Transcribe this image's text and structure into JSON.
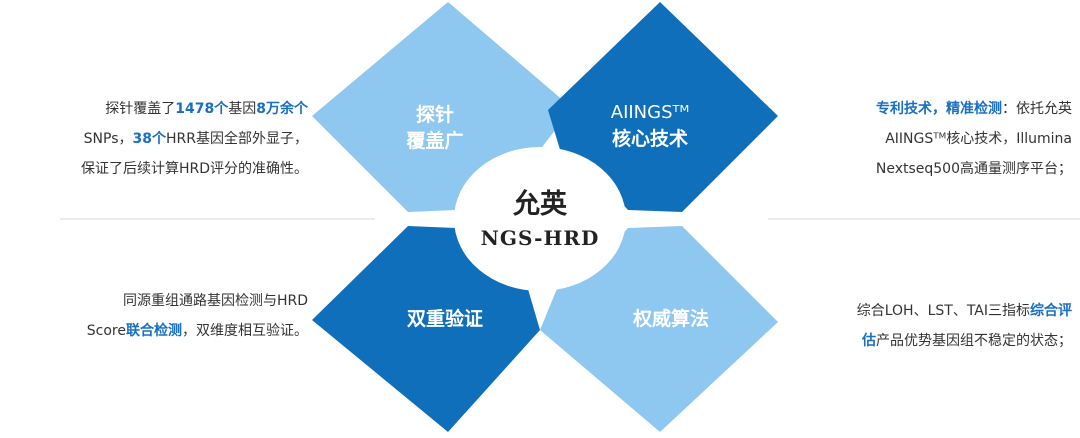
{
  "center": {
    "title": "允英",
    "subtitle": "NGS-HRD"
  },
  "quadrants": {
    "top_right": {
      "line1": "AIINGSᵀᴹ",
      "line2": "核心技术"
    },
    "top_left": {
      "line1": "探针",
      "line2": "覆盖广"
    },
    "bottom_right": {
      "line1": "权威算法"
    },
    "bottom_left": {
      "line1": "双重验证"
    }
  },
  "right_top_text": {
    "p1_highlight": "专利技术，精准检测",
    "p1_rest": "：依托允英",
    "p2": "AIINGSᵀᴹ核心技术，Illumina",
    "p3": "Nextseq500高通量测序平台；"
  },
  "left_top_text": {
    "p1_a": "探针覆盖了",
    "p1_hl1": "1478个",
    "p1_b": "基因",
    "p1_hl2": "8万余个",
    "p2_a": "SNPs，",
    "p2_hl": "38个",
    "p2_b": "HRR基因全部外显子，",
    "p3": "保证了后续计算HRD评分的准确性。"
  },
  "right_bottom_text": {
    "p1_a": "综合LOH、LST、TAI三指标",
    "p1_hl": "综合评",
    "p2_hl": "估",
    "p2_b": "产品优势基因组不稳定的状态；"
  },
  "left_bottom_text": {
    "p1": "同源重组通路基因检测与HRD",
    "p2_a": "Score",
    "p2_hl": "联合检测",
    "p2_b": "，双维度相互验证。"
  },
  "colors": {
    "dark_blue": "#0f6fba",
    "light_blue": "#8ec7ef",
    "highlight": "#1a6fc2",
    "divider": "#d8d8d8"
  }
}
